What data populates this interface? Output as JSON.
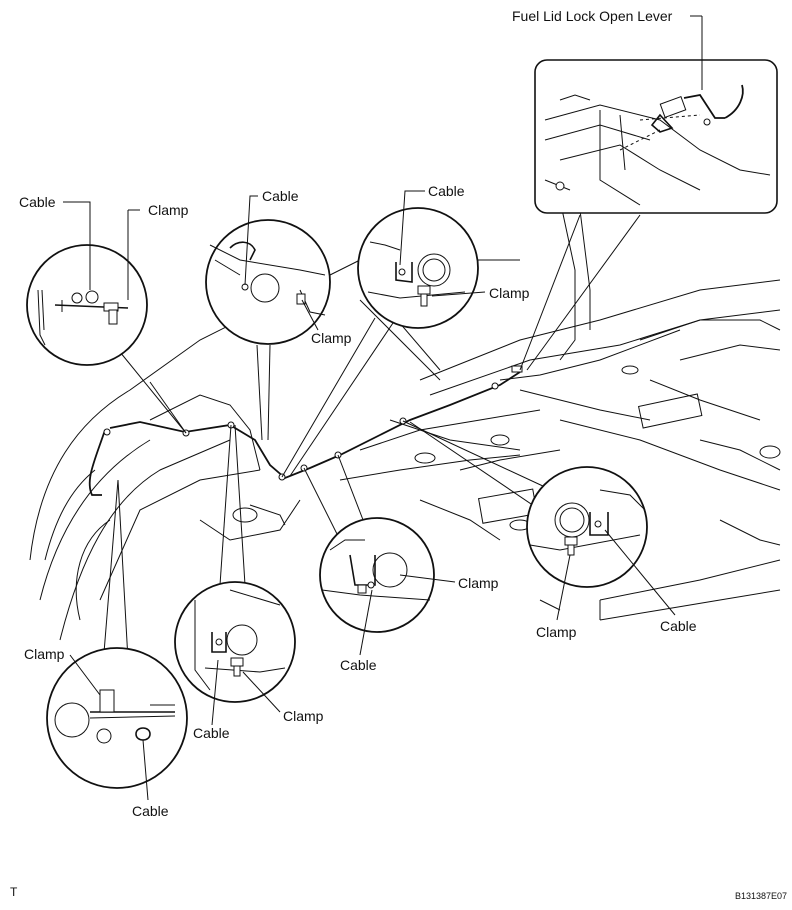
{
  "labels": {
    "fuel_lid_lever": "Fuel Lid Lock Open Lever",
    "cable_top_left": "Cable",
    "clamp_top_left": "Clamp",
    "cable_top_mid": "Cable",
    "clamp_top_mid": "Clamp",
    "cable_top_right": "Cable",
    "clamp_top_right": "Clamp",
    "clamp_mid_right": "Clamp",
    "cable_mid_right": "Cable",
    "clamp_bottom_right": "Clamp",
    "cable_bottom_right": "Cable",
    "clamp_bottom_mid": "Clamp",
    "cable_bottom_mid": "Cable",
    "clamp_bottom_left": "Clamp",
    "cable_bottom_left": "Cable"
  },
  "footer": {
    "left_mark": "T",
    "figure_id": "B131387E07"
  }
}
